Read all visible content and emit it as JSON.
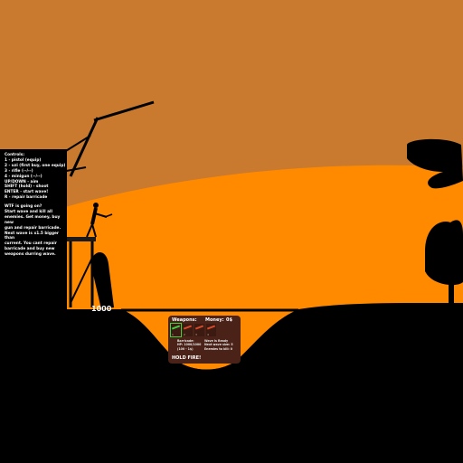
{
  "colors": {
    "sky": "#c97a2e",
    "sun": "#ff8a00",
    "silhouette": "#000000",
    "panel": "#4b2217"
  },
  "controls": {
    "lines": [
      "Controls:",
      "1 - pistol (equip)",
      "2 - uzi (first buy, one equip)",
      "3 - rifle (--/--)",
      "4 - minigun (--/--)",
      "UP/DOWN - aim",
      "SHIFT (hold) - shoot",
      "ENTER - start wave!",
      "R - repair barricade"
    ]
  },
  "help": {
    "title": "WTF is going on?",
    "lines": [
      "Start wave and kill all",
      "enemies. Get money, buy new",
      "gun and repair barricade.",
      "Next wave is x1.5 bigger than",
      "current. You cant repair",
      "barricade and buy new",
      "weapons durring wave."
    ]
  },
  "hud": {
    "barricade_hp": "1000",
    "weapons_label": "Weapons:",
    "money_label": "Money:",
    "money_value": "0$",
    "slots": [
      {
        "num": "1",
        "icon": "pistol-icon",
        "active": true
      },
      {
        "num": "2",
        "icon": "uzi-icon",
        "active": false
      },
      {
        "num": "3",
        "icon": "rifle-icon",
        "active": false
      },
      {
        "num": "4",
        "icon": "minigun-icon",
        "active": false
      }
    ],
    "info_left": [
      "Barricade:",
      "HP: 1000/1000",
      "(100 - 1$)"
    ],
    "info_right": [
      "Wave is Ready",
      "Next wave size: 5",
      "Enemies to kill: 0"
    ],
    "status": "HOLD FIRE!"
  }
}
